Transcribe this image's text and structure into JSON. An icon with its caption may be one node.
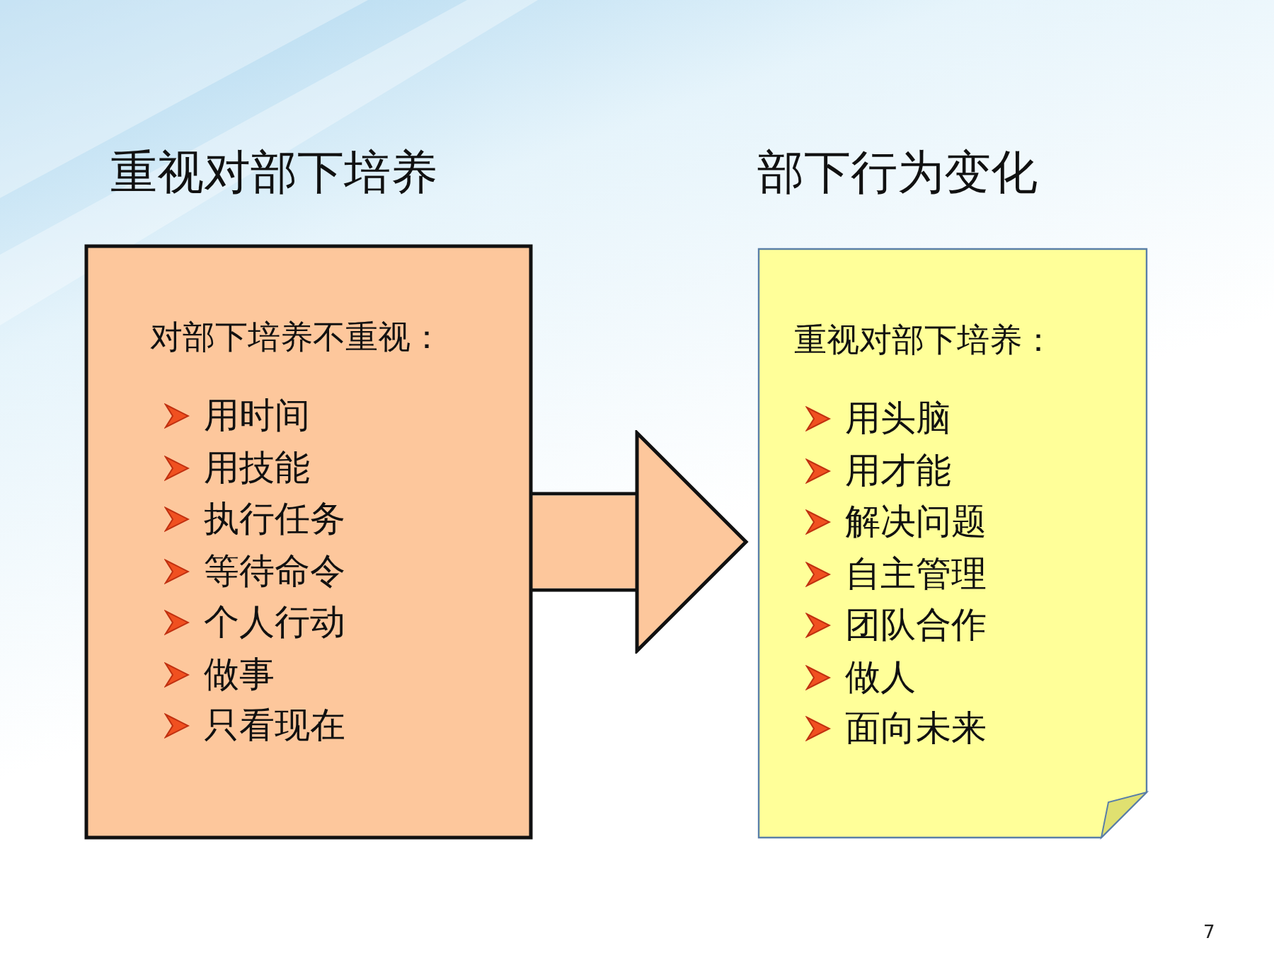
{
  "diagram": {
    "nodes": [
      {
        "text": [
          "重视对部下培养",
          "对部下培养不重视：",
          "用时间",
          "用技能",
          "执行任务",
          "等待命令",
          "个人行动",
          "做事",
          "只看现在"
        ]
      },
      {
        "text": [
          "部下行为变化",
          "重视对部下培养：",
          "用头脑",
          "用才能",
          "解决问题",
          "自主管理",
          "团队合作",
          "做人",
          "面向未来"
        ]
      }
    ],
    "edges": [
      {
        "from": 0,
        "to": 1,
        "arrow": "to"
      }
    ],
    "labels": [
      "7"
    ]
  }
}
